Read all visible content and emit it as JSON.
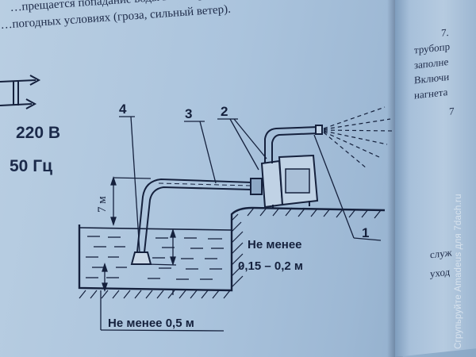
{
  "document": {
    "top_text_line1": "…прещается попадание воды в электродвигатель …должен быть",
    "top_text_line2": "…погодных условиях (гроза, сильный ветер).",
    "power_voltage": "220 В",
    "power_frequency": "50 Гц"
  },
  "diagram": {
    "callouts": [
      "1",
      "2",
      "3",
      "4"
    ],
    "height_label": "7 м",
    "depth_note_title": "Не менее",
    "depth_note_value": "0,15 – 0,2 м",
    "bottom_note": "Не менее 0,5 м"
  },
  "right_page": {
    "section_numbers": [
      "7.",
      "7"
    ],
    "lines": [
      "трубопр",
      "заполне",
      "Включи",
      "нагнета"
    ],
    "bottom_lines": [
      "служ",
      "уход"
    ]
  },
  "watermark": "Сгрупьруйте Amadeus для 7dach.ru",
  "colors": {
    "paper": "#b3c9df",
    "ink": "#15213d",
    "watermark": "#d8e3ee"
  }
}
